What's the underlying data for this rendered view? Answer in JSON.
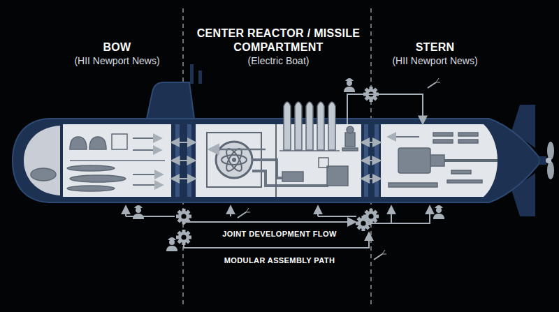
{
  "diagram": {
    "nodes": [
      {
        "text": [
          "BOW",
          "(HII Newport News)"
        ]
      },
      {
        "text": [
          "CENTER REACTOR / MISSILE COMPARTMENT",
          "(Electric Boat)"
        ]
      },
      {
        "text": [
          "STERN",
          "(HII Newport News)"
        ]
      }
    ],
    "edges": [
      {
        "from": 0,
        "to": 1,
        "arrow": "both"
      },
      {
        "from": 1,
        "to": 2,
        "arrow": "both"
      },
      {
        "from": 1,
        "to": 2,
        "arrow": "to"
      }
    ],
    "labels": [
      "JOINT DEVELOPMENT FLOW",
      "MODULAR ASSEMBLY PATH"
    ]
  }
}
